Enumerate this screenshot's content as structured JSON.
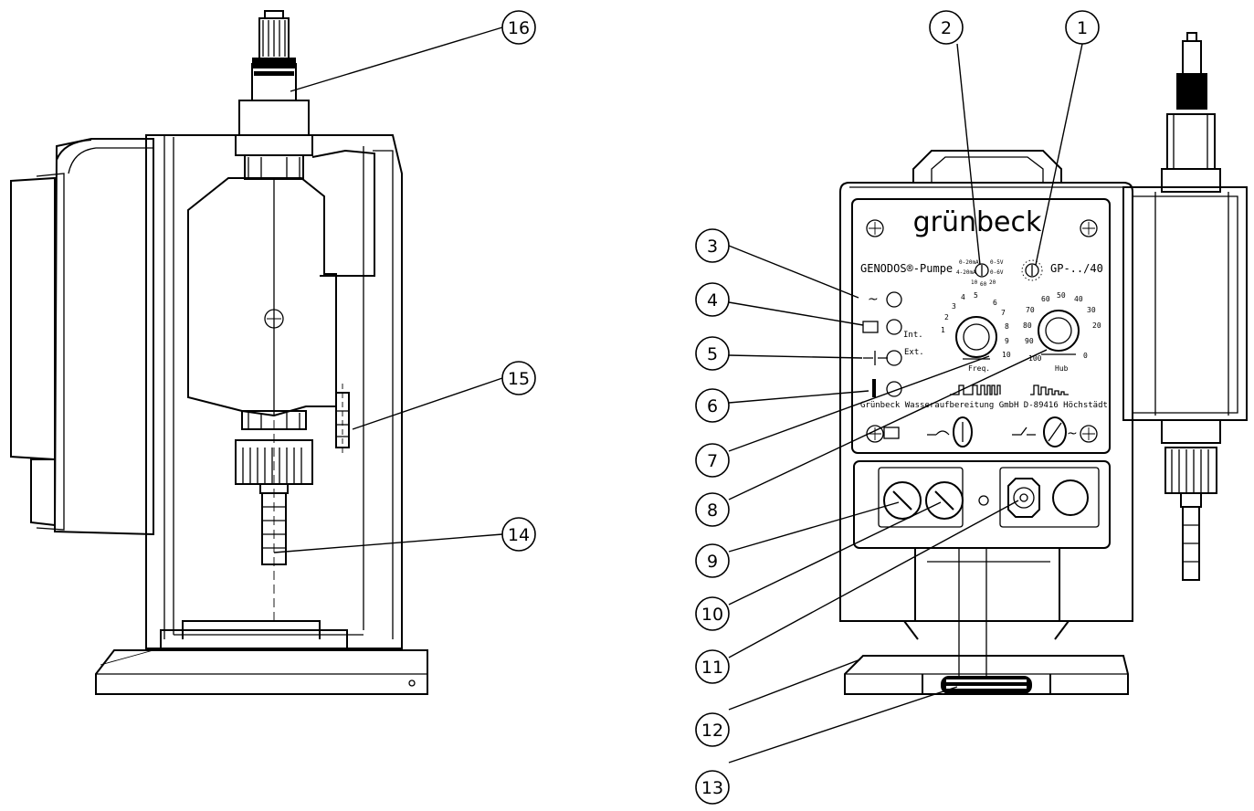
{
  "brand": "grünbeck",
  "panel": {
    "product": "GENODOS®-Pumpe",
    "model": "GP-../40",
    "manufacturer_line": "Grünbeck Wasseraufbereitung GmbH D-89416 Höchstädt",
    "label_int": "Int.",
    "label_ext": "Ext.",
    "label_freq": "Freq.",
    "label_hub": "Hub",
    "selector_left_labels": [
      "0-20mA",
      "4-20mA",
      "0-5V",
      "0-6V",
      "10",
      "60",
      "20"
    ],
    "freq_scale": [
      "1",
      "2",
      "3",
      "4",
      "5",
      "6",
      "7",
      "8",
      "9",
      "10"
    ],
    "hub_scale": [
      "100",
      "90",
      "80",
      "70",
      "60",
      "50",
      "40",
      "30",
      "20",
      "0"
    ]
  },
  "callouts": [
    "1",
    "2",
    "3",
    "4",
    "5",
    "6",
    "7",
    "8",
    "9",
    "10",
    "11",
    "12",
    "13",
    "14",
    "15",
    "16"
  ]
}
